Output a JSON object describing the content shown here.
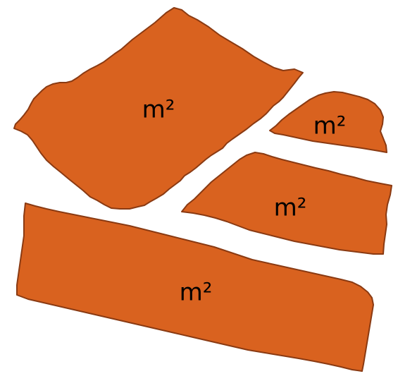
{
  "colors": {
    "fill": "#d9621f",
    "stroke": "#8a3a12",
    "background": "#ffffff",
    "text": "#000000"
  },
  "pieces": [
    {
      "name": "piece-large-tilted",
      "label": "m²"
    },
    {
      "name": "piece-small-right",
      "label": "m²"
    },
    {
      "name": "piece-medium-right",
      "label": "m²"
    },
    {
      "name": "piece-long-bottom",
      "label": "m²"
    }
  ]
}
